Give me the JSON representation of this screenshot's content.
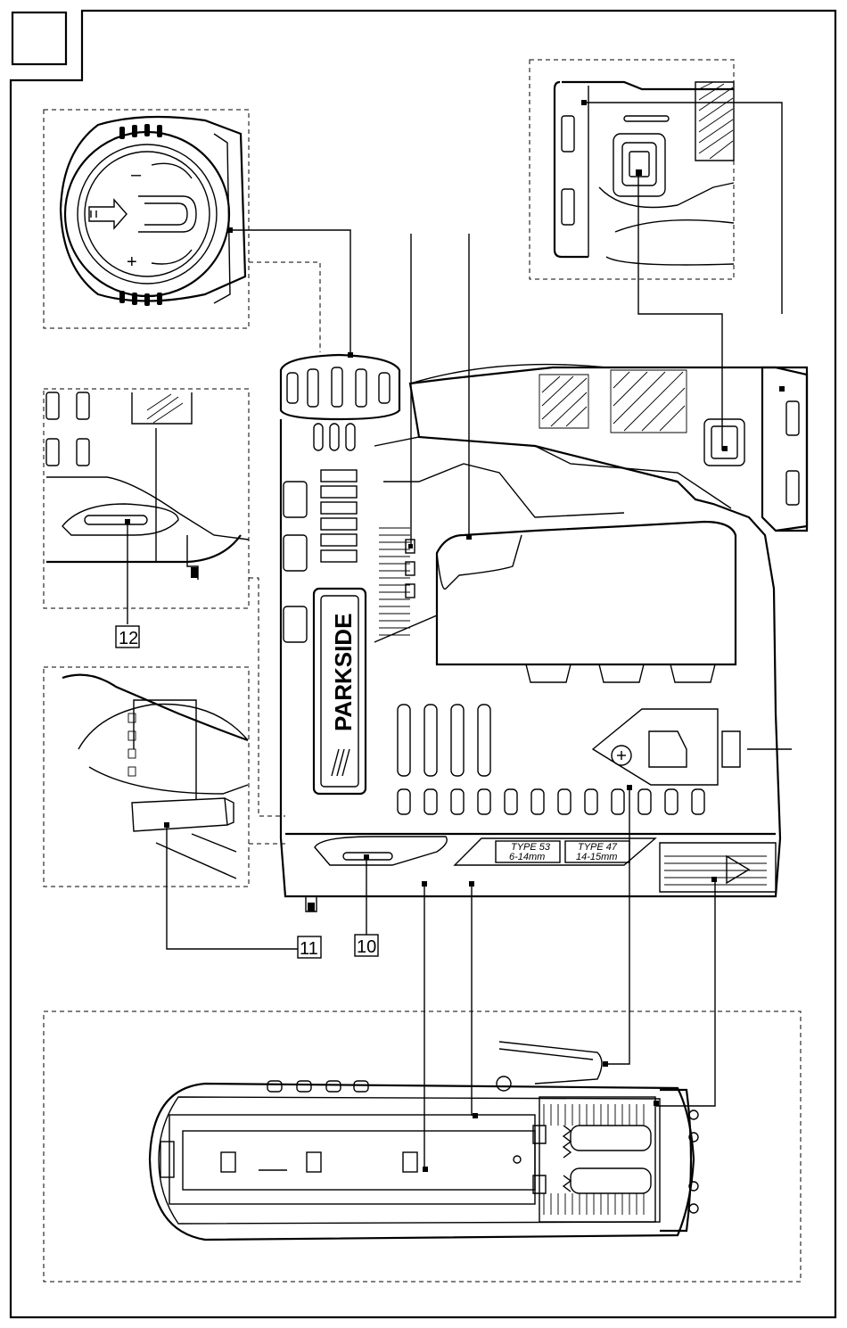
{
  "figure": {
    "brand_text": "PARKSIDE",
    "staple_type_text": "TYPE 53",
    "staple_range_text": "6-14mm",
    "nail_type_text": "TYPE 47",
    "nail_range_text": "14-15mm",
    "depth_dial_minus": "–",
    "depth_dial_plus": "+",
    "callouts": [
      "10",
      "11",
      "12"
    ]
  }
}
